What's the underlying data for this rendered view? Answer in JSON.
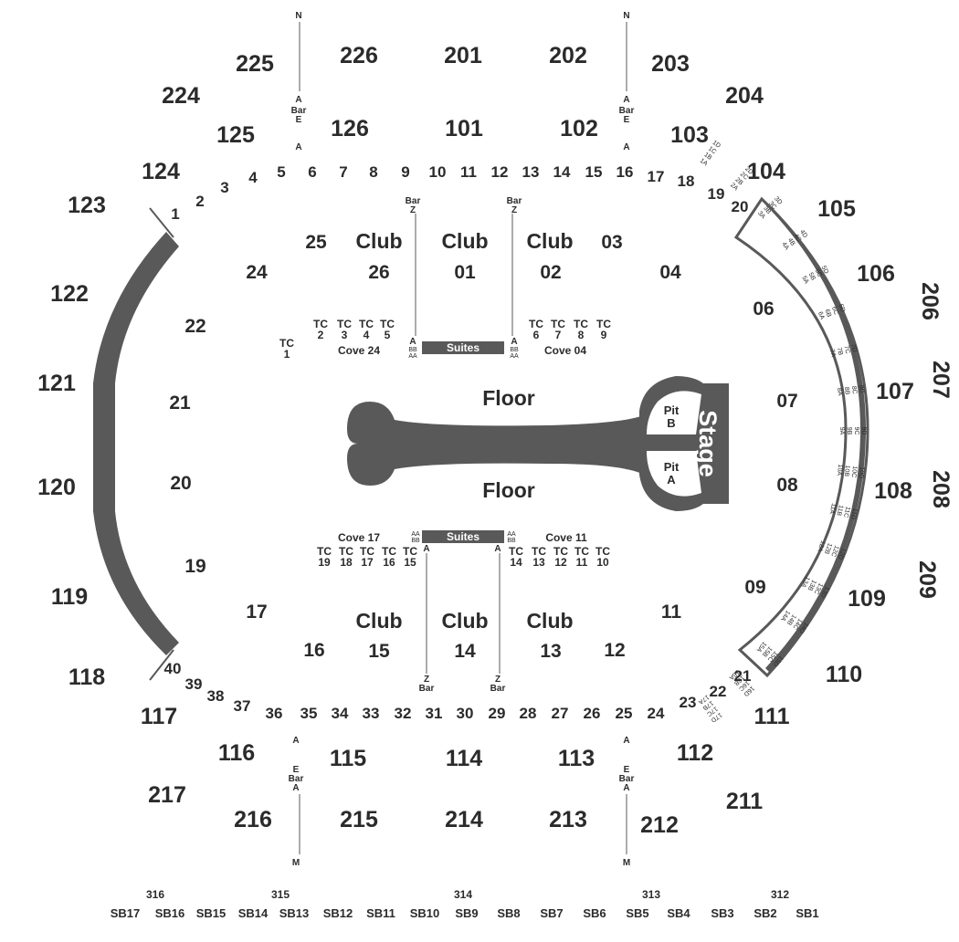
{
  "colors": {
    "ink": "#2b2b2b",
    "shape": "#595959",
    "background": "#ffffff"
  },
  "sections_200": [
    "225",
    "226",
    "201",
    "202",
    "203",
    "224",
    "204",
    "105",
    "106",
    "206",
    "107",
    "207",
    "108",
    "208",
    "209",
    "109",
    "110",
    "111",
    "117",
    "217",
    "216",
    "215",
    "214",
    "213",
    "212",
    "211",
    "112",
    "116"
  ],
  "sections_100": [
    "125",
    "126",
    "101",
    "102",
    "103",
    "124",
    "104",
    "123",
    "122",
    "121",
    "120",
    "119",
    "118",
    "115",
    "114",
    "113"
  ],
  "row_labels_top": [
    "1",
    "2",
    "3",
    "4",
    "5",
    "6",
    "7",
    "8",
    "9",
    "10",
    "11",
    "12",
    "13",
    "14",
    "15",
    "16",
    "17",
    "18",
    "19",
    "20"
  ],
  "row_labels_bottom": [
    "40",
    "39",
    "38",
    "37",
    "36",
    "35",
    "34",
    "33",
    "32",
    "31",
    "30",
    "29",
    "28",
    "27",
    "26",
    "25",
    "24",
    "23",
    "22",
    "21"
  ],
  "inner_sections": [
    "25",
    "24",
    "22",
    "21",
    "20",
    "19",
    "17",
    "16",
    "15",
    "14",
    "13",
    "12",
    "11",
    "09",
    "08",
    "07",
    "06",
    "04",
    "03",
    "26",
    "01",
    "02"
  ],
  "club_label": "Club",
  "floor_label": "Floor",
  "stage_label": "Stage",
  "pit_a": {
    "line1": "Pit",
    "line2": "A"
  },
  "pit_b": {
    "line1": "Pit",
    "line2": "B"
  },
  "suites_label": "Suites",
  "cove_labels": [
    "Cove 24",
    "Cove 04",
    "Cove 17",
    "Cove 11"
  ],
  "tc_top_left": [
    {
      "tc": "TC",
      "n": "2"
    },
    {
      "tc": "TC",
      "n": "3"
    },
    {
      "tc": "TC",
      "n": "4"
    },
    {
      "tc": "TC",
      "n": "5"
    }
  ],
  "tc_top_single": {
    "tc": "TC",
    "n": "1"
  },
  "tc_top_right": [
    {
      "tc": "TC",
      "n": "6"
    },
    {
      "tc": "TC",
      "n": "7"
    },
    {
      "tc": "TC",
      "n": "8"
    },
    {
      "tc": "TC",
      "n": "9"
    }
  ],
  "tc_bottom_left": [
    {
      "tc": "TC",
      "n": "19"
    },
    {
      "tc": "TC",
      "n": "18"
    },
    {
      "tc": "TC",
      "n": "17"
    },
    {
      "tc": "TC",
      "n": "16"
    },
    {
      "tc": "TC",
      "n": "15"
    }
  ],
  "tc_bottom_right": [
    {
      "tc": "TC",
      "n": "14"
    },
    {
      "tc": "TC",
      "n": "13"
    },
    {
      "tc": "TC",
      "n": "12"
    },
    {
      "tc": "TC",
      "n": "11"
    },
    {
      "tc": "TC",
      "n": "10"
    }
  ],
  "bar_column_top_labels": [
    "N",
    "A",
    "Bar",
    "E",
    "A"
  ],
  "bar_column_bottom_labels": [
    "A",
    "E",
    "Bar",
    "A",
    "M"
  ],
  "bar_z_label": [
    "Bar",
    "Z"
  ],
  "bar_z_bottom_label": [
    "Z",
    "Bar"
  ],
  "bar_a_label": "A",
  "bb_label": "BB",
  "aa_label": "AA",
  "sb_row": [
    "SB17",
    "SB16",
    "SB15",
    "SB14",
    "SB13",
    "SB12",
    "SB11",
    "SB10",
    "SB9",
    "SB8",
    "SB7",
    "SB6",
    "SB5",
    "SB4",
    "SB3",
    "SB2",
    "SB1"
  ],
  "upper_300": [
    "316",
    "315",
    "314",
    "313",
    "312"
  ],
  "side_rows": [
    "1A",
    "1B",
    "1C",
    "1D",
    "2A",
    "2B",
    "2C",
    "2D",
    "3A",
    "3B",
    "3C",
    "3D",
    "4A",
    "4B",
    "4C",
    "4D",
    "5A",
    "5B",
    "5C",
    "5D",
    "6A",
    "6B",
    "6C",
    "6D",
    "7A",
    "7B",
    "7C",
    "7D",
    "8A",
    "8B",
    "8C",
    "8D",
    "9A",
    "9B",
    "9C",
    "9D",
    "10A",
    "10B",
    "10C",
    "10D",
    "11A",
    "11B",
    "11C",
    "11D",
    "12A",
    "12B",
    "12C",
    "12D",
    "13A",
    "13B",
    "13C",
    "13D",
    "14A",
    "14B",
    "14C",
    "14D",
    "15A",
    "15B",
    "15C",
    "15D",
    "16A",
    "16B",
    "16C",
    "16D",
    "17A",
    "17B",
    "17C",
    "17D"
  ]
}
